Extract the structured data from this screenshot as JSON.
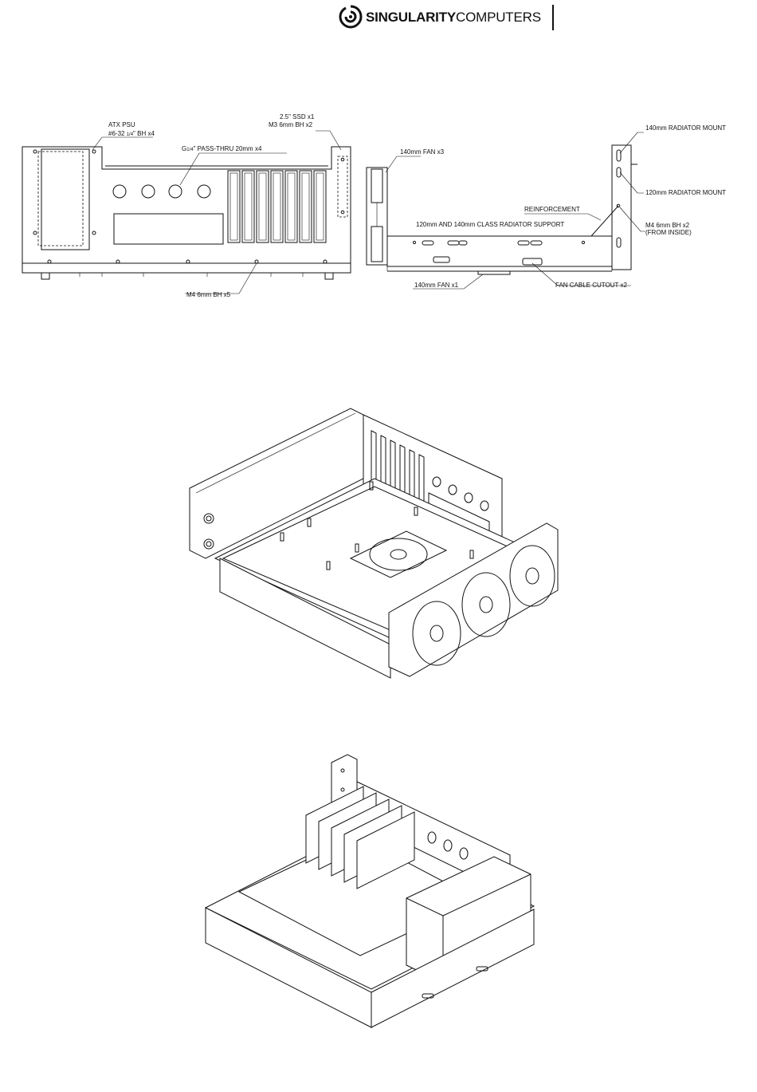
{
  "header": {
    "brand_bold": "SINGULARITY",
    "brand_light": "COMPUTERS",
    "logo_icon": "singularity-logo-icon"
  },
  "front_view": {
    "labels": {
      "atx_psu": "ATX PSU",
      "psu_screws_pre": "#6-32",
      "psu_screws_frac": "1/4",
      "psu_screws_post": "\" BH x4",
      "ssd": "2.5\" SSD x1",
      "ssd_screws": "M3 6mm BH x2",
      "passthru_g": "G",
      "passthru_frac": "1/4",
      "passthru_post": "\" PASS-THRU 20mm x4",
      "bottom_screws": "M4 6mm BH x5"
    }
  },
  "side_view": {
    "labels": {
      "fan_140_x3": "140mm FAN x3",
      "radiator_140": "140mm RADIATOR MOUNT",
      "radiator_120": "120mm RADIATOR MOUNT",
      "reinforcement": "REINFORCEMENT",
      "radiator_support": "120mm AND 140mm CLASS RADIATOR SUPPORT",
      "m4_screws": "M4 6mm BH x2",
      "from_inside": "(FROM INSIDE)",
      "fan_140_x1": "140mm FAN x1",
      "fan_cable": "FAN CABLE CUTOUT x2"
    }
  }
}
